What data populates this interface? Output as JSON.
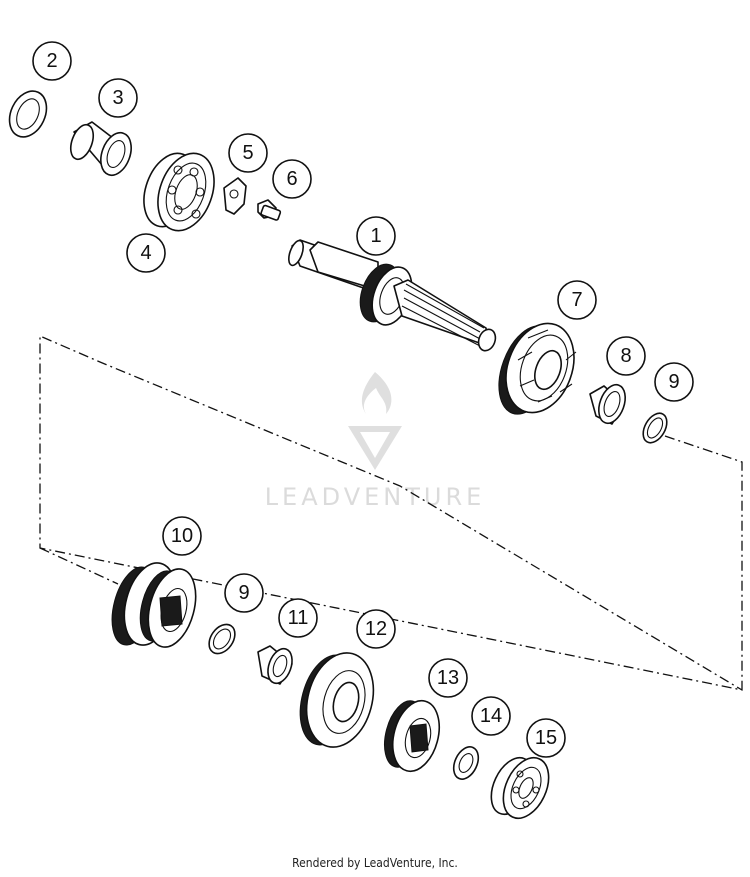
{
  "diagram": {
    "callouts": [
      {
        "id": "c2",
        "label": "2"
      },
      {
        "id": "c3",
        "label": "3"
      },
      {
        "id": "c4",
        "label": "4"
      },
      {
        "id": "c5",
        "label": "5"
      },
      {
        "id": "c6",
        "label": "6"
      },
      {
        "id": "c1",
        "label": "1"
      },
      {
        "id": "c7",
        "label": "7"
      },
      {
        "id": "c8",
        "label": "8"
      },
      {
        "id": "c9a",
        "label": "9"
      },
      {
        "id": "c10",
        "label": "10"
      },
      {
        "id": "c9b",
        "label": "9"
      },
      {
        "id": "c11",
        "label": "11"
      },
      {
        "id": "c12",
        "label": "12"
      },
      {
        "id": "c13",
        "label": "13"
      },
      {
        "id": "c14",
        "label": "14"
      },
      {
        "id": "c15",
        "label": "15"
      }
    ]
  },
  "watermark": {
    "text": "LEADVENTURE"
  },
  "footer": {
    "text": "Rendered by LeadVenture, Inc."
  },
  "colors": {
    "line": "#111111",
    "watermark": "#d8d8d8",
    "background": "#ffffff"
  }
}
